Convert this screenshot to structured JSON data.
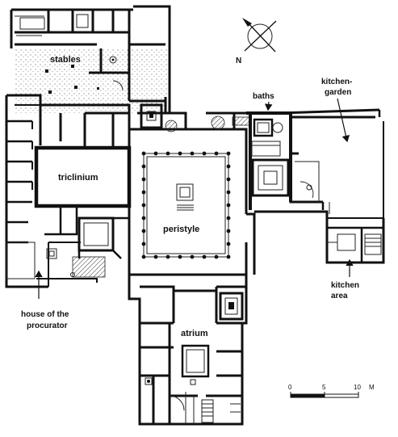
{
  "labels": {
    "stables": "stables",
    "baths": "baths",
    "kitchen_garden_1": "kitchen-",
    "kitchen_garden_2": "garden",
    "triclinium": "triclinium",
    "peristyle": "peristyle",
    "house_procurator_1": "house of the",
    "house_procurator_2": "procurator",
    "kitchen_area_1": "kitchen",
    "kitchen_area_2": "area",
    "atrium": "atrium"
  },
  "compass": {
    "north_label": "N"
  },
  "scale_bar": {
    "ticks": [
      "0",
      "5",
      "10"
    ],
    "unit": "M"
  }
}
